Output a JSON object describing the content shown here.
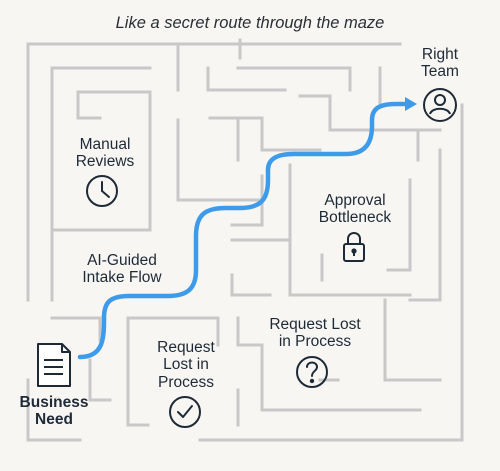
{
  "caption": "Like a secret route through the maze",
  "nodes": {
    "start": {
      "label": "Business\nNeed",
      "icon": "document-icon"
    },
    "end": {
      "label": "Right\nTeam",
      "icon": "user-icon"
    },
    "manual": {
      "label": "Manual\nReviews",
      "icon": "clock-icon"
    },
    "ai": {
      "label": "AI-Guided\nIntake Flow"
    },
    "approval": {
      "label": "Approval\nBottleneck",
      "icon": "lock-icon"
    },
    "lost_right": {
      "label": "Request Lost\nin Process",
      "icon": "question-icon"
    },
    "lost_left": {
      "label": "Request\nLost in\nProcess",
      "icon": "check-icon"
    }
  },
  "colors": {
    "path": "#3d9be9",
    "wall": "#c8c8c8",
    "icon": "#1e2a36",
    "background": "#f8f6f3"
  }
}
